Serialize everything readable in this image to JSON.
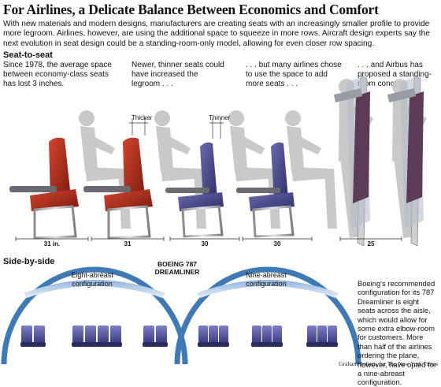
{
  "title": "For Airlines, a Delicate Balance Between Economics and Comfort",
  "intro": "With new materials and modern designs, manufacturers are creating seats with an increasingly smaller profile to provide more legroom. Airlines, however, are using the additional space to squeeze in more rows. Aircraft design experts say the next evolution in seat design could be a standing-room-only model, allowing for even closer row spacing.",
  "seat_to_seat": {
    "heading": "Seat-to-seat",
    "captions": [
      "Since 1978, the average space between economy-class seats has lost 3 inches.",
      "Newer, thinner seats could have increased the legroom . . .",
      ". . . but many airlines chose to use the space to add more seats . . .",
      ". . . and Airbus has proposed a standing-room concept."
    ],
    "labels": {
      "thicker": "Thicker",
      "thinner": "Thinner"
    },
    "measurements": [
      "31 in.",
      "31",
      "30",
      "30",
      "25"
    ]
  },
  "side_by_side": {
    "heading": "Side-by-side",
    "aircraft": "BOEING 787 DREAMLINER",
    "config_left": "Eight-abreast configuration",
    "config_right": "Nine-abreast configuration",
    "note": "Boeing's recommended configuration for its 787 Dreamliner is eight seats across the aisle, which would allow for some extra elbow-room for customers. More than half of the airlines ordering the plane, however, have opted for a nine-abreast configuration."
  },
  "credit": "Graham Roberts for The New York Times",
  "colors": {
    "red_seat": "#b32a1c",
    "blue_seat": "#4a4a8e",
    "fuselage": "#3f79b6",
    "silhouette": "#c8c8c8"
  }
}
